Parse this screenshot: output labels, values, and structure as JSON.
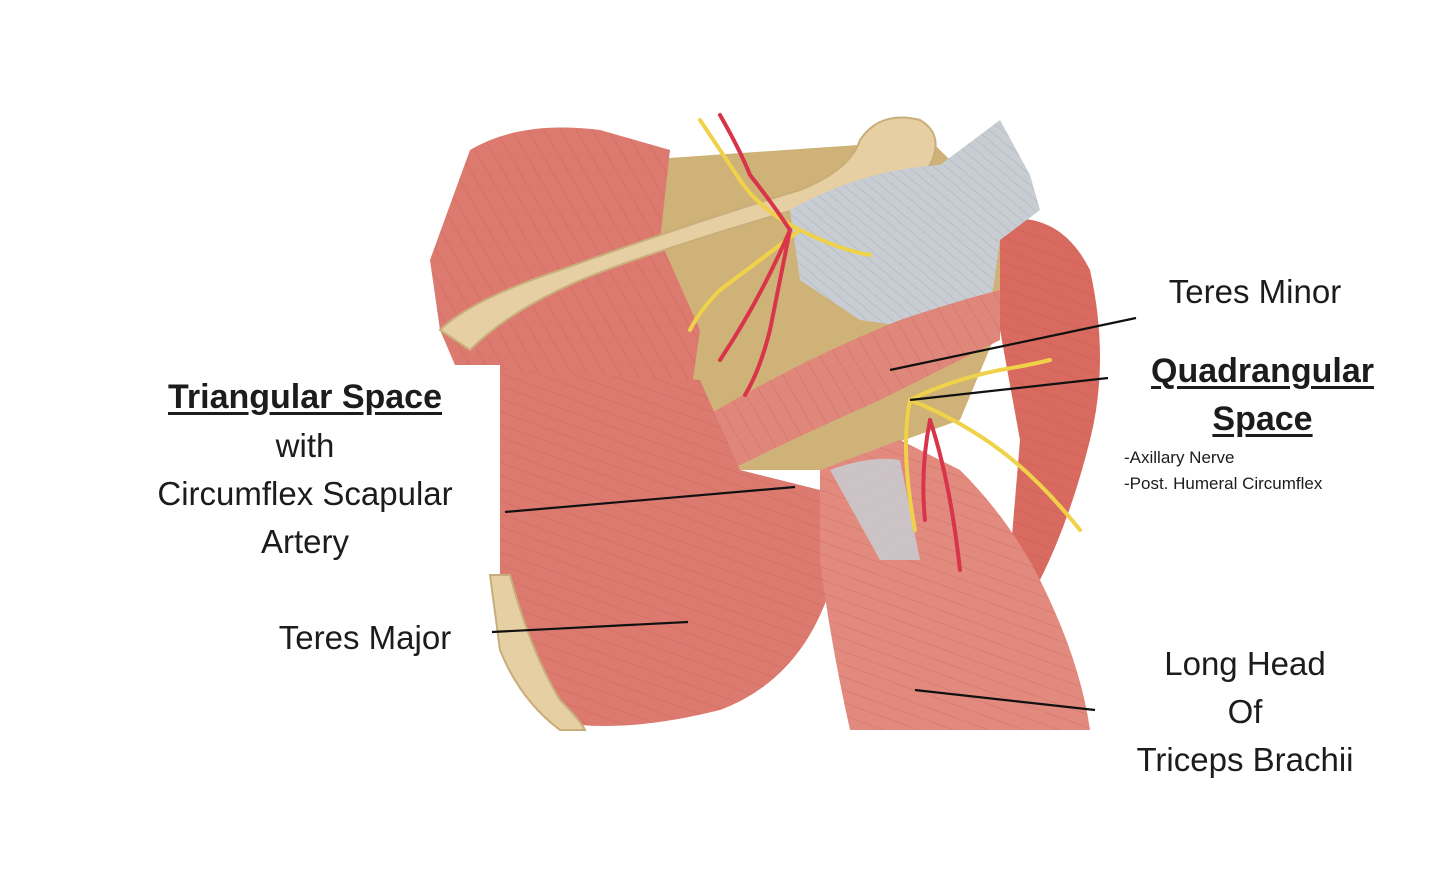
{
  "labels": {
    "triangular": {
      "title": "Triangular Space",
      "line1": "with",
      "line2": "Circumflex Scapular",
      "line3": "Artery"
    },
    "teres_major": "Teres Major",
    "teres_minor": "Teres Minor",
    "quadrangular": {
      "title_line1": "Quadrangular",
      "title_line2": "Space",
      "content1": "-Axillary Nerve",
      "content2": "-Post. Humeral Circumflex"
    },
    "long_head": {
      "line1": "Long Head",
      "line2": "Of",
      "line3": "Triceps Brachii"
    }
  },
  "colors": {
    "muscle": "#dc7a70",
    "muscle_dark": "#c8594f",
    "muscle_light": "#eea295",
    "bone": "#e6cfa3",
    "fat": "#cfb277",
    "tendon": "#c7cdd2",
    "nerve": "#f0d24a",
    "artery": "#d8344a",
    "text": "#1c1c1c",
    "leader": "#111111"
  }
}
